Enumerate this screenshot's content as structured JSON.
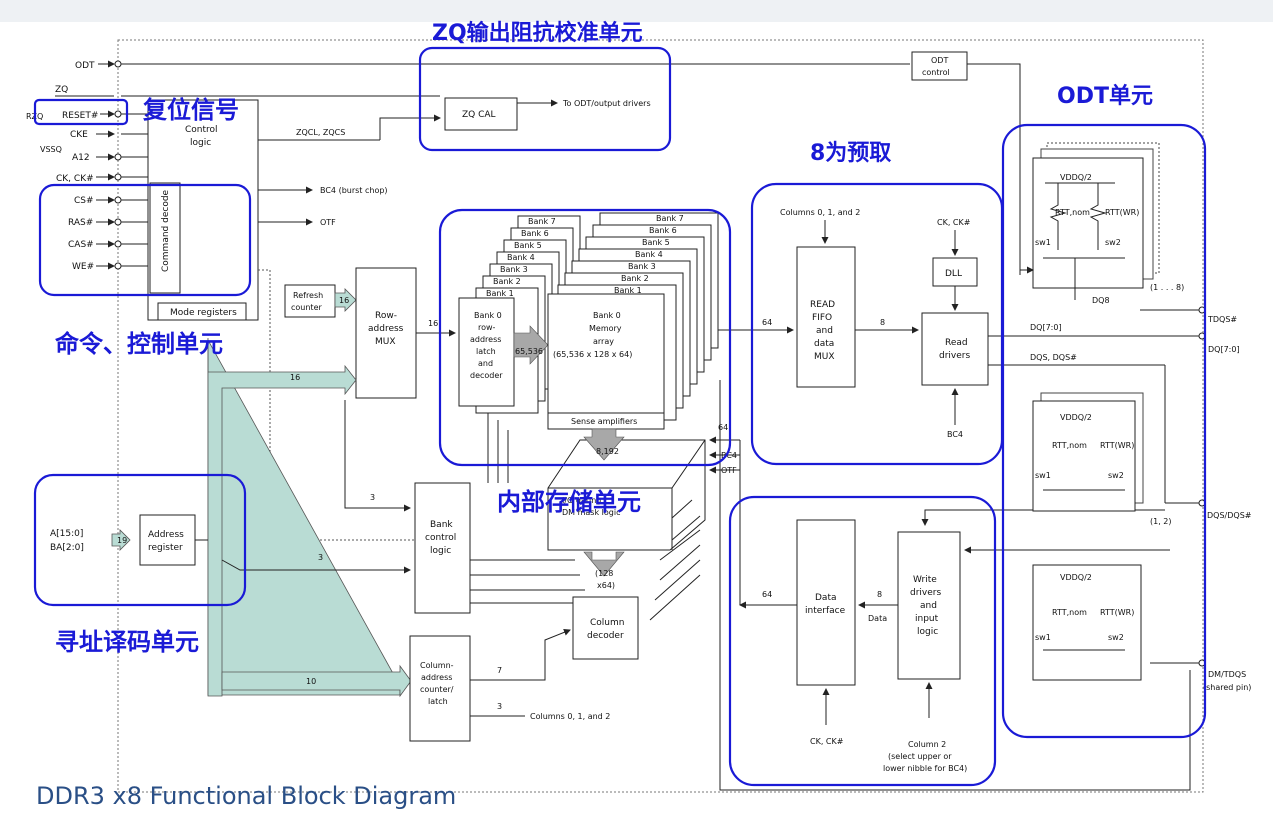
{
  "caption": "DDR3 x8 Functional Block Diagram",
  "annotations": {
    "zq": "ZQ输出阻抗校准单元",
    "reset": "复位信号",
    "odt": "ODT单元",
    "prefetch": "8为预取",
    "cmd": "命令、控制单元",
    "storage": "内部存储单元",
    "addr": "寻址译码单元"
  },
  "accent_color": "#1a1ad6",
  "caption_color": "#2a4f86",
  "pins": {
    "odt": "ODT",
    "zq": "ZQ",
    "rzq": "RZQ",
    "reset": "RESET#",
    "cke": "CKE",
    "vssq": "VSSQ",
    "a12": "A12",
    "ck": "CK, CK#",
    "cs": "CS#",
    "ras": "RAS#",
    "cas": "CAS#",
    "we": "WE#",
    "a": "A[15:0]",
    "ba": "BA[2:0]"
  },
  "blocks": {
    "control_logic": [
      "Control",
      "logic"
    ],
    "command_decode": "Command decode",
    "mode_registers": "Mode registers",
    "zqcal": "ZQ CAL",
    "to_odt": "To ODT/output drivers",
    "zqcl": "ZQCL, ZQCS",
    "odt_control": [
      "ODT",
      "control"
    ],
    "bc4_burst": "BC4 (burst chop)",
    "otf": "OTF",
    "refresh": [
      "Refresh",
      "counter"
    ],
    "row_mux": [
      "Row-",
      "address",
      "MUX"
    ],
    "bank_latch": [
      "Bank 0",
      "row-",
      "address",
      "latch",
      "and",
      "decoder"
    ],
    "memory_array": [
      "Bank 0",
      "Memory",
      "array",
      "(65,536  x 128 x 64)"
    ],
    "sense_amps": "Sense amplifiers",
    "banks": [
      "Bank 7",
      "Bank 6",
      "Bank 5",
      "Bank 4",
      "Bank 3",
      "Bank 2",
      "Bank 1"
    ],
    "bank_control": [
      "Bank",
      "control",
      "logic"
    ],
    "address_register": [
      "Address",
      "register"
    ],
    "column_counter": [
      "Column-",
      "address",
      "counter/",
      "latch"
    ],
    "column_decoder": [
      "Column",
      "decoder"
    ],
    "read_fifo": [
      "READ",
      "FIFO",
      "and",
      "data",
      "MUX"
    ],
    "columns_label": "Columns 0, 1, and 2",
    "dll": "DLL",
    "read_drivers": [
      "Read",
      "drivers"
    ],
    "data_interface": [
      "Data",
      "interface"
    ],
    "write_drivers": [
      "Write",
      "drivers",
      "and",
      "input",
      "logic"
    ],
    "column2": [
      "Column 2",
      "(select upper or",
      "lower nibble for BC4)"
    ],
    "io_gating": [
      "I/O gating",
      "DM mask logic"
    ],
    "ck_label": "CK, CK#",
    "bc4": "BC4",
    "data_label": "Data",
    "col012": "Columns 0, 1, and 2"
  },
  "buses": {
    "b16a": "16",
    "b16b": "16",
    "b16c": "16",
    "b65536": "65,536",
    "b8192": "8,192",
    "b3a": "3",
    "b3b": "3",
    "b19": "19",
    "b10": "10",
    "b7": "7",
    "b3c": "3",
    "b128": "(128",
    "bx64": "x64)",
    "b64a": "64",
    "b8a": "8",
    "b64b": "64",
    "b8b": "8",
    "b64c": "64"
  },
  "odt": {
    "vddq": "VDDQ/2",
    "rtt_nom": "RTT,nom",
    "rtt_wr": "RTT(WR)",
    "sw1": "sw1",
    "sw2": "sw2",
    "dq8": "DQ8",
    "dq70": "DQ[7:0]",
    "dqs": "DQS, DQS#",
    "one_to_8": "(1 . . . 8)",
    "one_two": "(1, 2)"
  },
  "outputs": {
    "tdqs": "TDQS#",
    "dq": "DQ[7:0]",
    "dqs": "DQS/DQS#",
    "dm": "DM/TDQS",
    "shared": "(shared pin)"
  }
}
